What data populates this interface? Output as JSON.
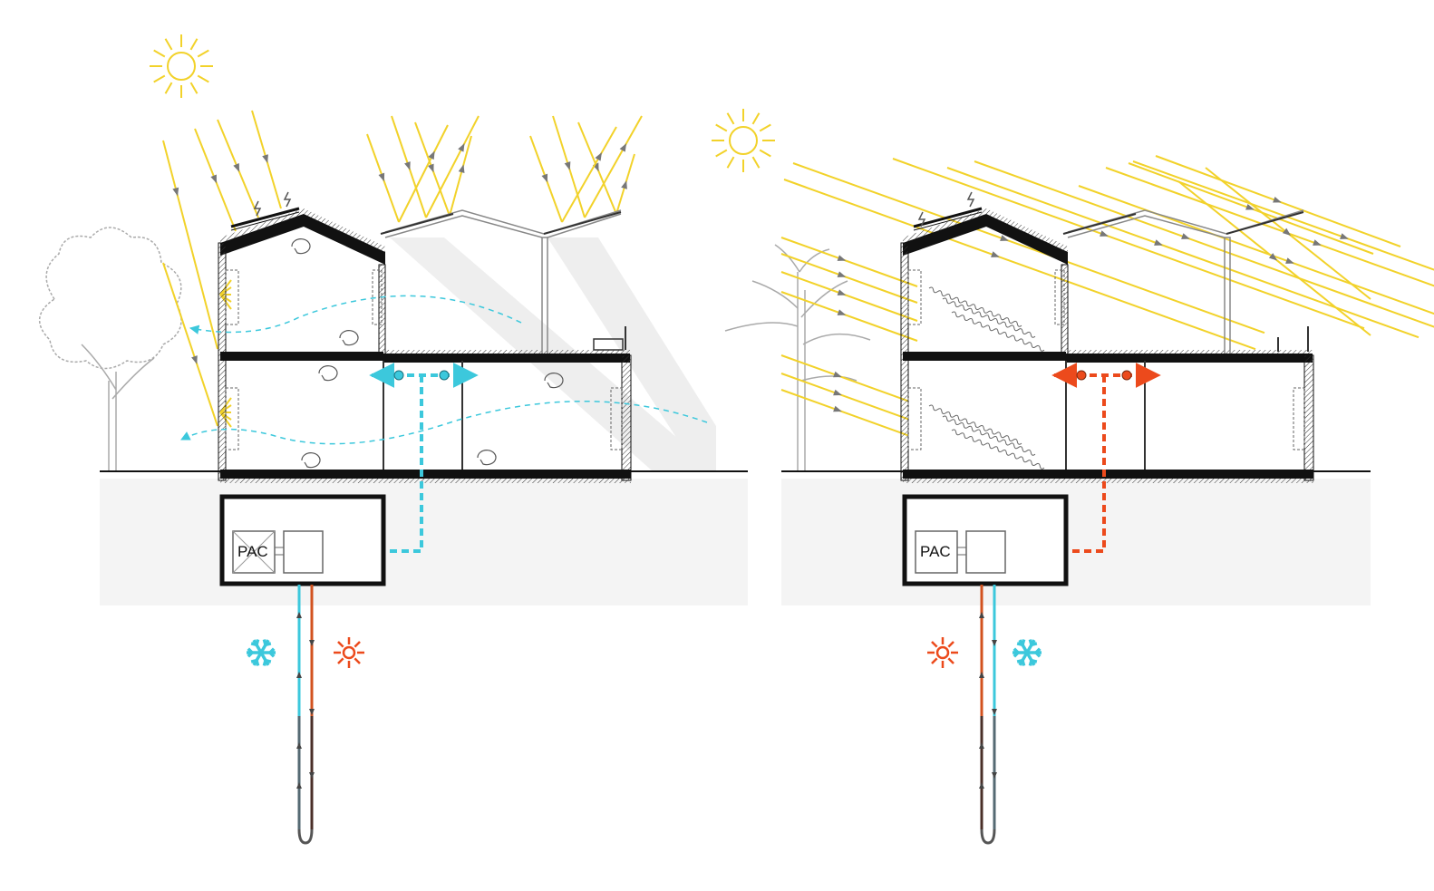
{
  "diagrams": [
    {
      "id": "summer",
      "pac_label": "PAC",
      "distribution_color": "#3cc8dc",
      "icons": [
        "sun-icon",
        "snowflake-icon",
        "sun-symbol-icon",
        "tree-icon"
      ]
    },
    {
      "id": "winter",
      "pac_label": "PAC",
      "distribution_color": "#ec4a1c",
      "icons": [
        "sun-icon",
        "sun-symbol-icon",
        "snowflake-icon",
        "bare-tree-icon"
      ]
    }
  ],
  "colors": {
    "sun": "#f2d22a",
    "cold": "#3cc8dc",
    "hot": "#ec4a1c",
    "structure": "#111111",
    "ground": "#f4f4f4"
  }
}
